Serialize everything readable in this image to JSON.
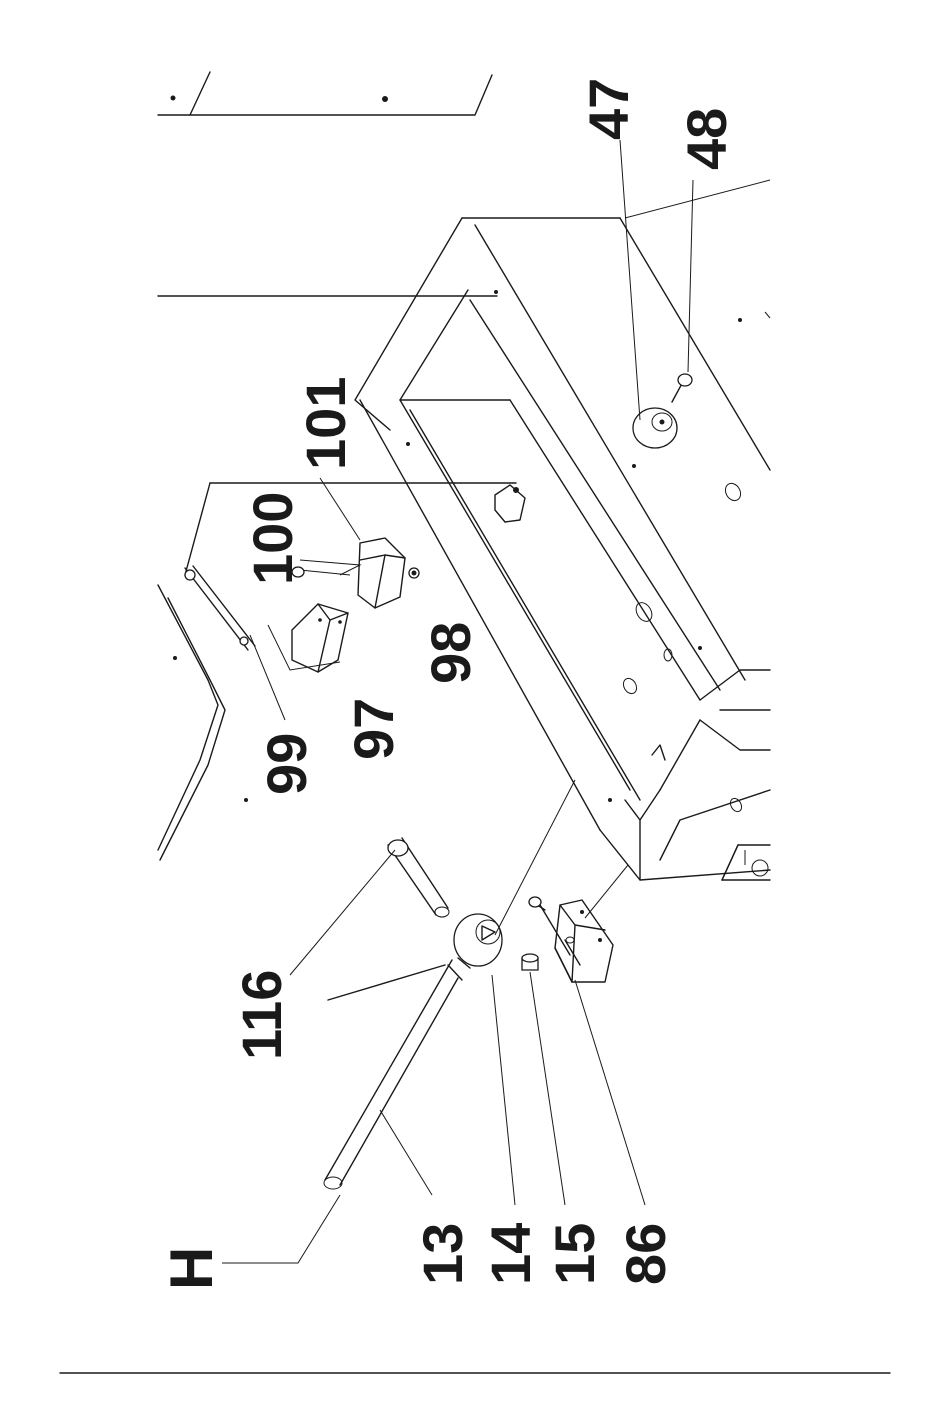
{
  "part_labels": {
    "p47": "47",
    "p48": "48",
    "p101": "101",
    "p100": "100",
    "p98": "98",
    "p97": "97",
    "p99": "99",
    "p116": "116",
    "h": "H",
    "p13": "13",
    "p14": "14",
    "p15": "15",
    "p86": "86"
  }
}
